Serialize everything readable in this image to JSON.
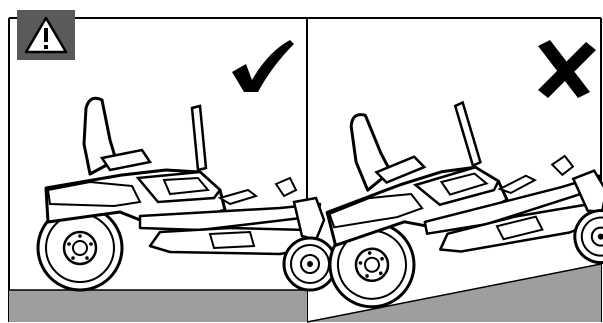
{
  "figure": {
    "panels": [
      {
        "id": "level-ground",
        "verdict": "correct",
        "mark": "check-mark-icon"
      },
      {
        "id": "slope",
        "verdict": "incorrect",
        "mark": "cross-mark-icon"
      }
    ],
    "warning_icon": "warning-triangle-icon",
    "colors": {
      "line": "#000000",
      "ground": "#9e9e9e",
      "badge": "#5a5a5a",
      "background": "#ffffff"
    }
  }
}
